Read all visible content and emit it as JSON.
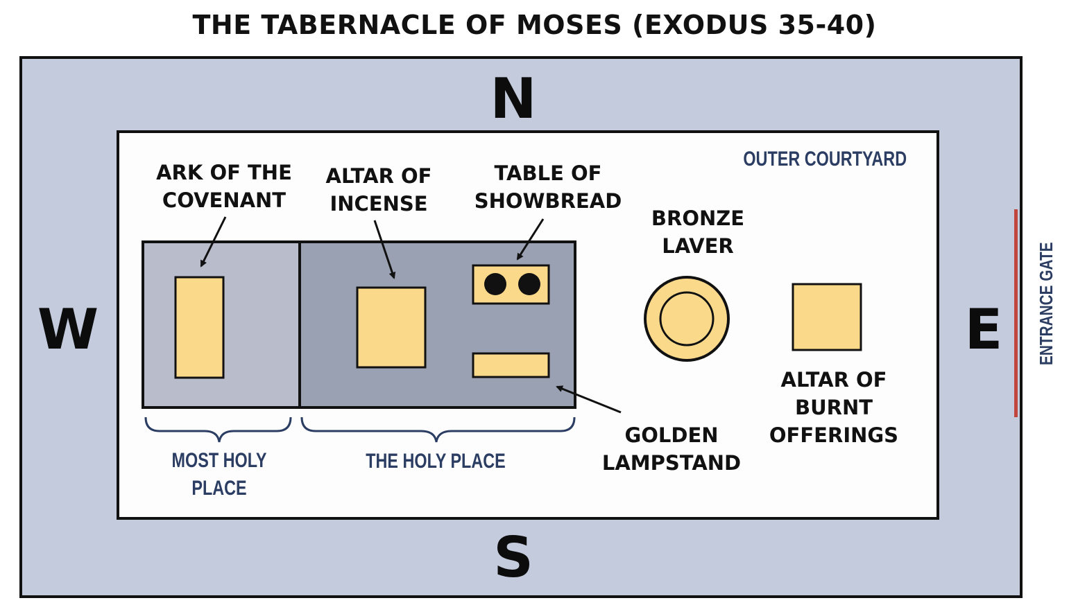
{
  "title": "THE TABERNACLE OF MOSES (EXODUS 35-40)",
  "directions": {
    "north": "N",
    "south": "S",
    "west": "W",
    "east": "E"
  },
  "gate_label": "ENTRANCE GATE",
  "courtyard_label": "OUTER COURTYARD",
  "furniture": {
    "ark": [
      "ARK OF THE",
      "COVENANT"
    ],
    "incense": [
      "ALTAR OF",
      "INCENSE"
    ],
    "showbread": [
      "TABLE OF",
      "SHOWBREAD"
    ],
    "laver": [
      "BRONZE",
      "LAVER"
    ],
    "burnt": [
      "ALTAR OF",
      "BURNT",
      "OFFERINGS"
    ],
    "lampstand": [
      "GOLDEN",
      "LAMPSTAND"
    ]
  },
  "rooms": {
    "most_holy": [
      "MOST HOLY",
      "PLACE"
    ],
    "holy": "THE HOLY PLACE"
  },
  "colors": {
    "outer_fill": "#c3cbdd",
    "most_holy_fill": "#b9bccb",
    "holy_fill": "#9aa1b3",
    "gold": "#fbd98b",
    "label_blue": "#2b3d62",
    "gate_red": "#c0453c"
  }
}
